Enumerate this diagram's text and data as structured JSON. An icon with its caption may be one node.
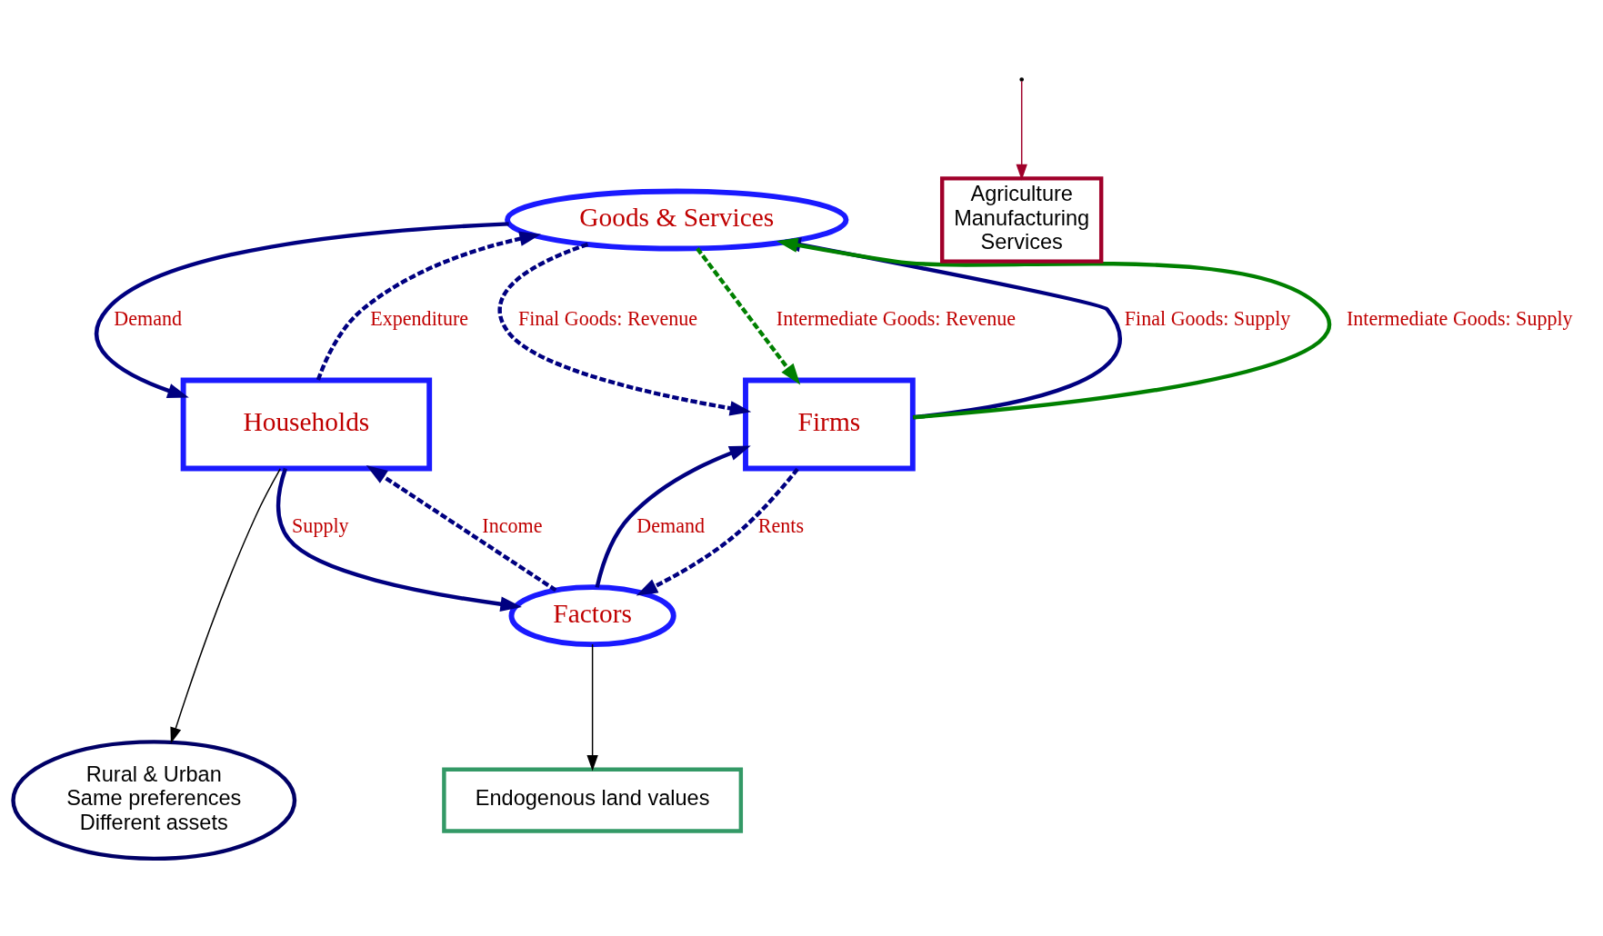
{
  "diagram": {
    "nodes": [
      {
        "text": [
          "Goods & Services"
        ]
      },
      {
        "text": [
          "Households"
        ]
      },
      {
        "text": [
          "Firms"
        ]
      },
      {
        "text": [
          "Factors"
        ]
      },
      {
        "text": [
          "Agriculture",
          "Manufacturing",
          "Services"
        ]
      },
      {
        "text": [
          "Rural & Urban",
          "Same preferences",
          "Different assets"
        ]
      },
      {
        "text": [
          "Endogenous land values"
        ]
      }
    ],
    "edges": [
      {
        "from": 0,
        "to": 1,
        "arrow": "to",
        "label": "Demand"
      },
      {
        "from": 1,
        "to": 0,
        "arrow": "to",
        "label": "Expenditure",
        "style": "dashed"
      },
      {
        "from": 2,
        "to": 0,
        "arrow": "to",
        "label": "Final Goods: Supply"
      },
      {
        "from": 0,
        "to": 2,
        "arrow": "to",
        "label": "Final Goods: Revenue",
        "style": "dashed"
      },
      {
        "from": 2,
        "to": 0,
        "arrow": "to",
        "label": "Intermediate Goods: Supply",
        "color": "#008000"
      },
      {
        "from": 0,
        "to": 2,
        "arrow": "to",
        "label": "Intermediate Goods: Revenue",
        "style": "dashed",
        "color": "#008000"
      },
      {
        "from": 1,
        "to": 3,
        "arrow": "to",
        "label": "Supply"
      },
      {
        "from": 3,
        "to": 1,
        "arrow": "to",
        "label": "Income",
        "style": "dashed"
      },
      {
        "from": 3,
        "to": 2,
        "arrow": "to",
        "label": "Demand"
      },
      {
        "from": 2,
        "to": 3,
        "arrow": "to",
        "label": "Rents",
        "style": "dashed"
      },
      {
        "from": 1,
        "to": 5,
        "arrow": "to",
        "color": "#000000"
      },
      {
        "from": null,
        "to": 4,
        "arrow": "to",
        "color": "#a0002a"
      },
      {
        "from": 3,
        "to": 6,
        "arrow": "to",
        "color": "#000000"
      }
    ]
  }
}
